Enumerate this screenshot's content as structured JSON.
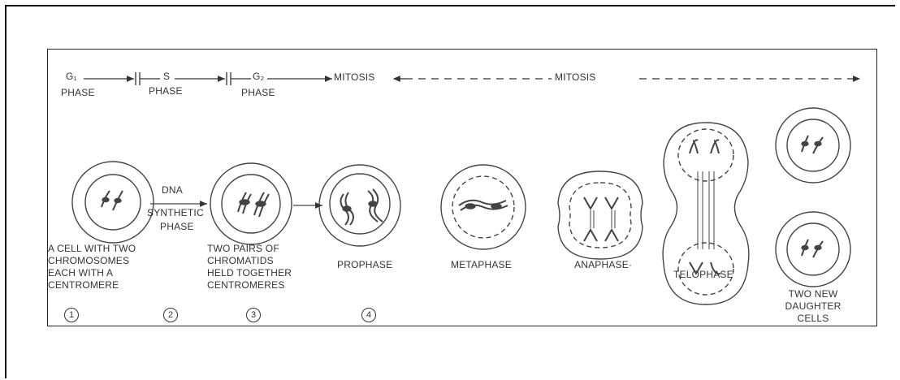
{
  "phases": {
    "g1": "G₁",
    "g1_word": "PHASE",
    "s": "S",
    "s_word": "PHASE",
    "g2": "G₂",
    "g2_word": "PHASE",
    "mitosis_left": "MITOSIS",
    "mitosis_right": "MITOSIS"
  },
  "step_labels": {
    "dna_top": "DNA",
    "dna_synthetic": "SYNTHETIC",
    "dna_phase": "PHASE"
  },
  "captions": {
    "cell_two_chromosomes": "A CELL WITH TWO\nCHROMOSOMES\nEACH WITH A\nCENTROMERE",
    "two_pairs": "TWO PAIRS OF\nCHROMATIDS\nHELD TOGETHER\nCENTROMERES",
    "prophase": "PROPHASE",
    "metaphase": "METAPHASE",
    "anaphase": "ANAPHASE·",
    "telophase": "TELOPHASE",
    "daughter": "TWO NEW\nDAUGHTER\nCELLS"
  },
  "numbers": [
    "1",
    "2",
    "3",
    "4"
  ]
}
